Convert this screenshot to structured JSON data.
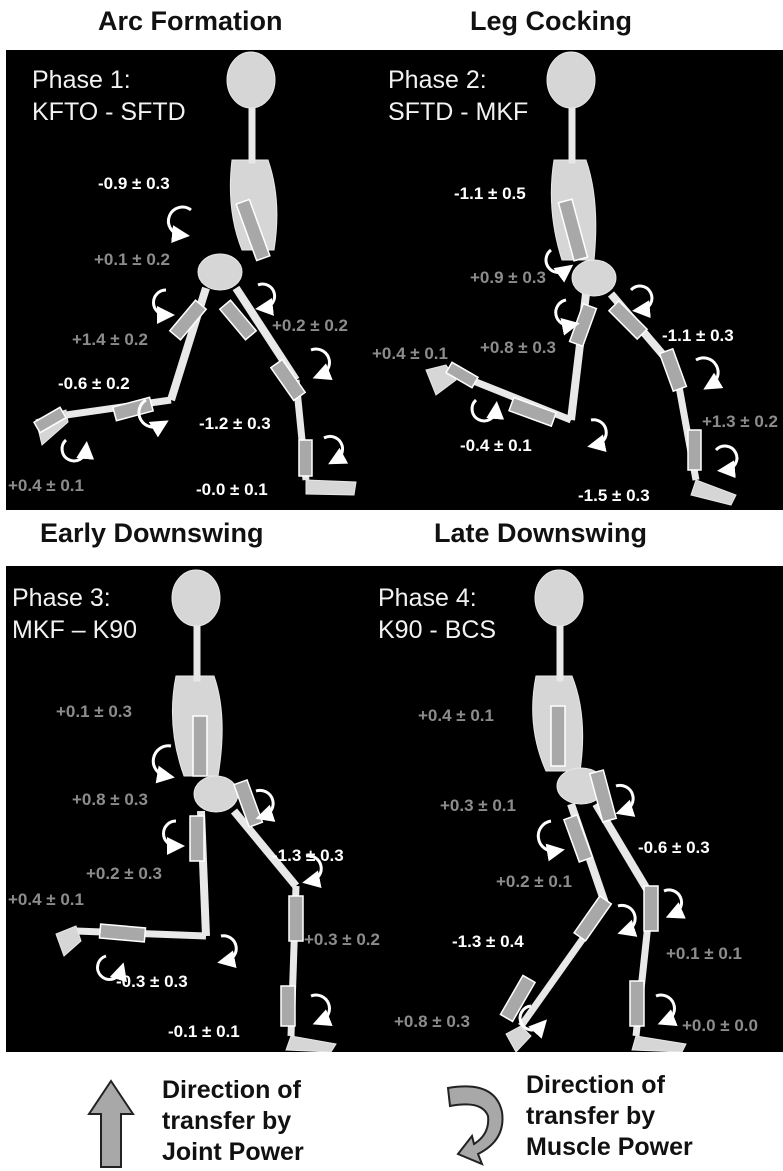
{
  "titles": {
    "p1": "Arc Formation",
    "p2": "Leg Cocking",
    "p3": "Early Downswing",
    "p4": "Late Downswing"
  },
  "phases": {
    "p1": {
      "name": "Phase 1:",
      "events": "KFTO - SFTD"
    },
    "p2": {
      "name": "Phase 2:",
      "events": "SFTD - MKF"
    },
    "p3": {
      "name": "Phase 3:",
      "events": "MKF – K90"
    },
    "p4": {
      "name": "Phase 4:",
      "events": "K90 - BCS"
    }
  },
  "values": {
    "p1": [
      "-0.9 ± 0.3",
      "+0.1 ± 0.2",
      "+1.4 ± 0.2",
      "+0.2 ± 0.2",
      "-0.6 ± 0.2",
      "-1.2 ± 0.3",
      "+0.4 ± 0.1",
      "-0.0 ± 0.1"
    ],
    "p2": [
      "-1.1 ± 0.5",
      "+0.9 ± 0.3",
      "+0.8 ± 0.3",
      "+0.4 ± 0.1",
      "-1.1 ± 0.3",
      "+1.3 ± 0.2",
      "-0.4 ± 0.1",
      "-1.5 ± 0.3"
    ],
    "p3": [
      "+0.1 ± 0.3",
      "+0.8 ± 0.3",
      "-1.3 ± 0.3",
      "+0.2 ± 0.3",
      "+0.4 ± 0.1",
      "+0.3 ± 0.2",
      "-0.3 ± 0.3",
      "-0.1 ± 0.1"
    ],
    "p4": [
      "+0.4 ± 0.1",
      "+0.3 ± 0.1",
      "-0.6 ± 0.3",
      "+0.2 ± 0.1",
      "-1.3 ± 0.4",
      "+0.1 ± 0.1",
      "+0.8 ± 0.3",
      "+0.0 ± 0.0"
    ]
  },
  "legend": {
    "joint_l1": "Direction of",
    "joint_l2": "transfer by",
    "joint_l3": "Joint Power",
    "muscle_l1": "Direction of",
    "muscle_l2": "transfer by",
    "muscle_l3": "Muscle Power"
  },
  "colors": {
    "panel_bg": "#000000",
    "bone": "#e8e8e8",
    "segment_arrow": "#a8a8a8",
    "value_white": "#ffffff",
    "value_gray": "#8c8c8c"
  }
}
